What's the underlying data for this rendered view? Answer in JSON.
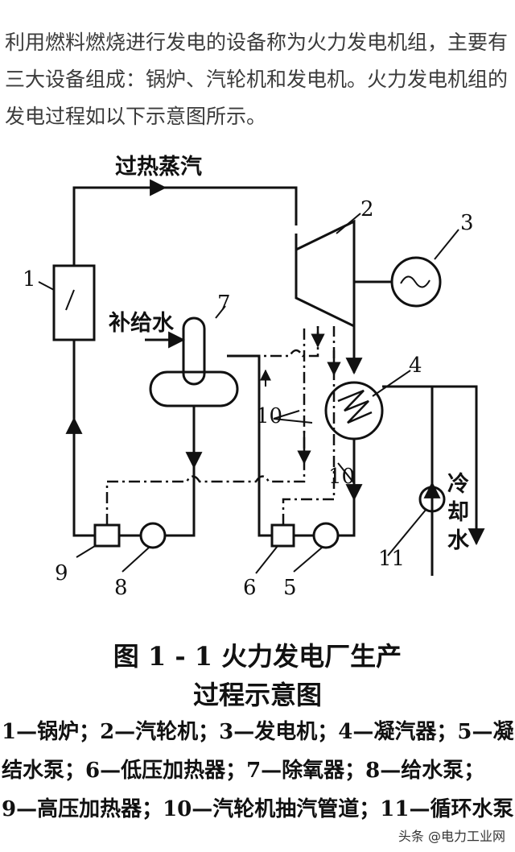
{
  "intro": {
    "line1": "利用燃料燃烧进行发电的设备称为火力发电机组，主要有",
    "line2": "三大设备组成：锅炉、汽轮机和发电机。火力发电机组的",
    "line3": "发电过程如以下示意图所示。"
  },
  "diagram": {
    "steam_label": "过热蒸汽",
    "makeup_water_label": "补给水",
    "cooling_water_label": "冷却水",
    "cooling_water_chars": [
      "冷",
      "却",
      "水"
    ],
    "numbers": {
      "n1": "1",
      "n2": "2",
      "n3": "3",
      "n4": "4",
      "n5": "5",
      "n6": "6",
      "n7": "7",
      "n8": "8",
      "n9": "9",
      "n10a": "10",
      "n10b": "10",
      "n11": "11"
    }
  },
  "caption": {
    "line1": "图 1 - 1   火力发电厂生产",
    "line2": "过程示意图"
  },
  "legend": {
    "line1": "1—锅炉；2—汽轮机；3—发电机；4—凝汽器；5—凝",
    "line2": "结水泵；6—低压加热器；7—除氧器；8—给水泵；",
    "line3": "9—高压加热器；10—汽轮机抽汽管道；11—循环水泵"
  },
  "watermark": "头条 @电力工业网"
}
